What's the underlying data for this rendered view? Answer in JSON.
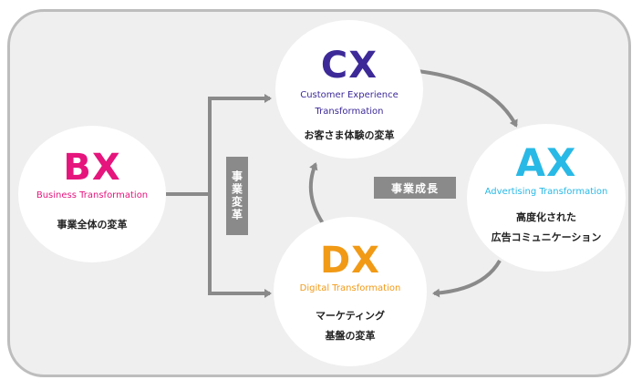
{
  "nodes": {
    "bx": {
      "code": "BX",
      "name": "Business Transformation",
      "desc_lines": [
        "事業全体の変革"
      ],
      "color": "#e5157d"
    },
    "cx": {
      "code": "CX",
      "name_lines": [
        "Customer Experience",
        "Transformation"
      ],
      "desc_lines": [
        "お客さま体験の変革"
      ],
      "color": "#3d2a98"
    },
    "ax": {
      "code": "AX",
      "name": "Advertising Transformation",
      "desc_lines": [
        "高度化された",
        "広告コミュニケーション"
      ],
      "color": "#29b9e6"
    },
    "dx": {
      "code": "DX",
      "name": "Digital Transformation",
      "desc_lines": [
        "マーケティング",
        "基盤の変革"
      ],
      "color": "#f19a16"
    }
  },
  "labels": {
    "business_transformation": "事業変革",
    "business_growth": "事業成長"
  },
  "colors": {
    "frame_bg": "#efefef",
    "frame_border": "#bdbdbd",
    "arrow": "#8a8a8a"
  }
}
